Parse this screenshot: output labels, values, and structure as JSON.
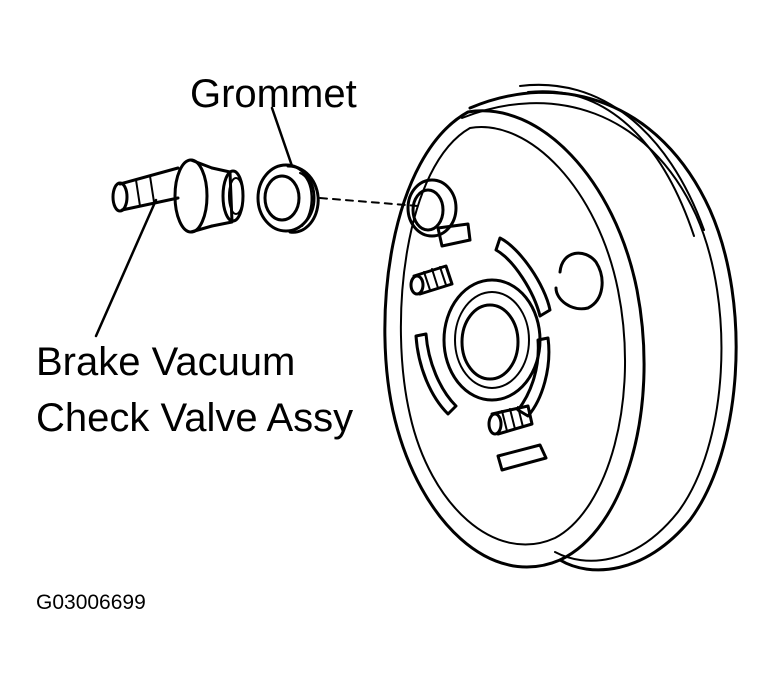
{
  "labels": {
    "grommet": "Grommet",
    "check_valve_line1": "Brake Vacuum",
    "check_valve_line2": "Check Valve Assy",
    "figure_code": "G03006699"
  },
  "colors": {
    "ink": "#000000",
    "paper": "#ffffff"
  }
}
